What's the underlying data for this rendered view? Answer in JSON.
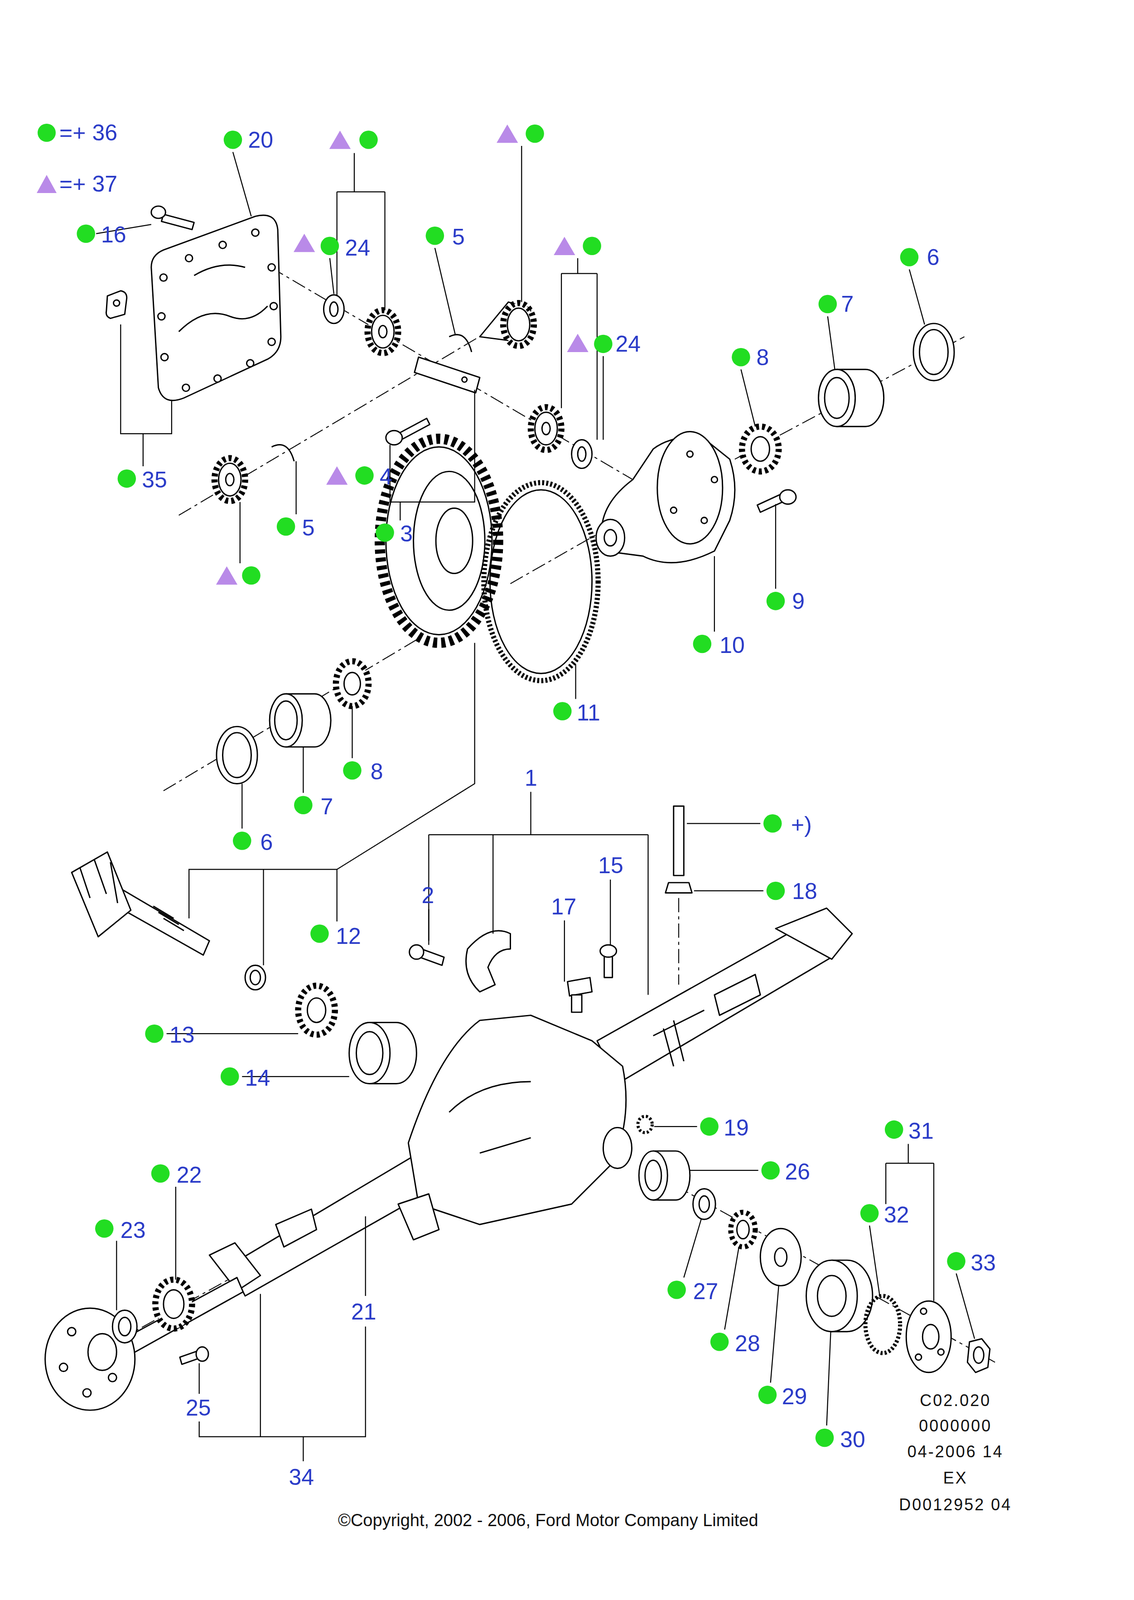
{
  "diagram": {
    "labels": [
      "20",
      "16",
      "24",
      "5",
      "6",
      "7",
      "24",
      "8",
      "4",
      "35",
      "5",
      "3",
      "9",
      "10",
      "11",
      "8",
      "1",
      "7",
      "+)",
      "6",
      "15",
      "2",
      "18",
      "17",
      "12",
      "13",
      "14",
      "19",
      "26",
      "22",
      "31",
      "23",
      "32",
      "33",
      "27",
      "21",
      "28",
      "29",
      "C02.020",
      "25",
      "0000000",
      "30",
      "04-2006 14",
      "34",
      "EX",
      "D0012952 04",
      "©Copyright, 2002 - 2006, Ford Motor Company Limited"
    ],
    "legend": [
      {
        "text": "=+ 36",
        "color": "#22dd22"
      },
      {
        "text": "=+ 37",
        "color": "#b98ae8"
      }
    ]
  }
}
